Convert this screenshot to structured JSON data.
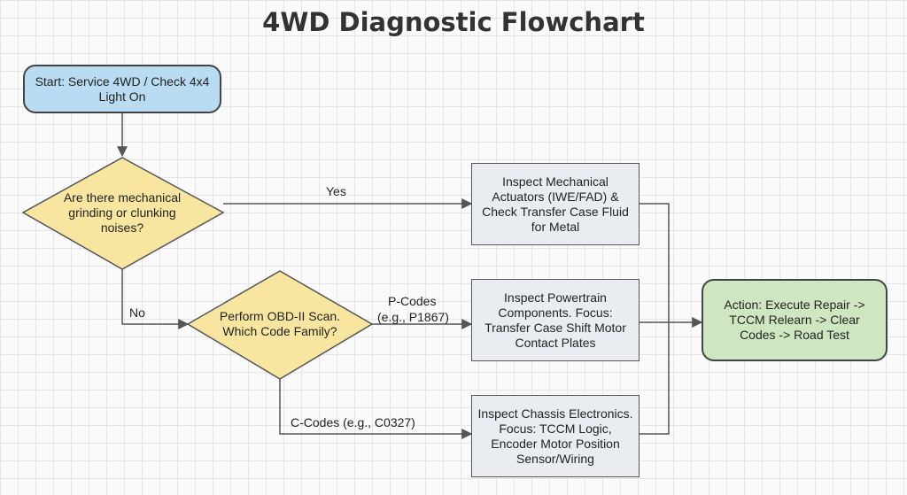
{
  "title": "4WD Diagnostic Flowchart",
  "nodes": {
    "start": "Start: Service 4WD / Check 4x4 Light On",
    "q_noises": "Are there mechanical grinding or clunking noises?",
    "q_scan": "Perform OBD-II Scan. Which Code Family?",
    "mechanical": "Inspect Mechanical Actuators (IWE/FAD) & Check Transfer Case Fluid for Metal",
    "powertrain": "Inspect Powertrain Components. Focus: Transfer Case Shift Motor Contact Plates",
    "chassis": "Inspect Chassis Electronics. Focus: TCCM Logic, Encoder Motor Position Sensor/Wiring",
    "action": "Action: Execute Repair -> TCCM Relearn -> Clear Codes -> Road Test"
  },
  "edges": {
    "yes": "Yes",
    "no": "No",
    "p_codes": "P-Codes",
    "p_codes_example": "(e.g., P1867)",
    "c_codes": "C-Codes (e.g., C0327)"
  },
  "colors": {
    "start_fill": "#b9dcf2",
    "decision_fill": "#f8e6a0",
    "process_fill": "#e9edf1",
    "action_fill": "#cfe7c1",
    "line": "#555555"
  }
}
